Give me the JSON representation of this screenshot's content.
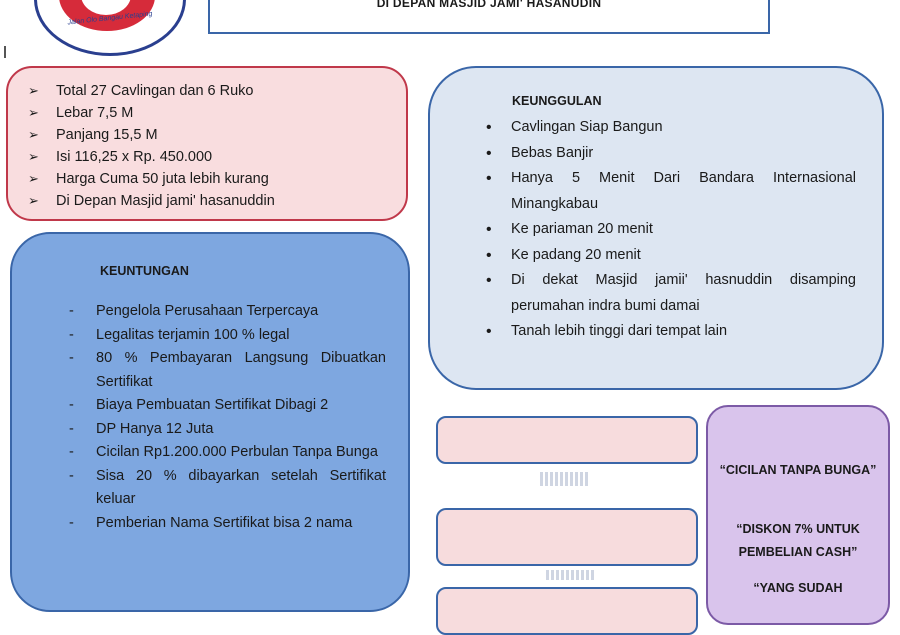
{
  "header": {
    "title": "DI DEPAN MASJID JAMI' HASANUDIN",
    "logo_text": "Jalan Olo Bangau Ketaping"
  },
  "summary": {
    "items": [
      "Total 27 Cavlingan dan 6 Ruko",
      "Lebar 7,5 M",
      "Panjang 15,5 M",
      "Isi 116,25 x Rp. 450.000",
      "Harga Cuma 50 juta lebih kurang",
      "Di Depan Masjid jami' hasanuddin"
    ]
  },
  "keuntungan": {
    "heading": "KEUNTUNGAN",
    "items": [
      "Pengelola Perusahaan Terpercaya",
      "Legalitas terjamin 100 % legal",
      "80 % Pembayaran Langsung Dibuatkan Sertifikat",
      "Biaya Pembuatan Sertifikat Dibagi 2",
      "DP Hanya 12 Juta",
      "Cicilan Rp1.200.000 Perbulan Tanpa Bunga",
      "Sisa 20 % dibayarkan setelah Sertifikat keluar",
      "Pemberian Nama Sertifikat bisa 2 nama"
    ]
  },
  "keunggulan": {
    "heading": "KEUNGGULAN",
    "items": [
      "Cavlingan Siap Bangun",
      "Bebas Banjir",
      "Hanya 5 Menit Dari Bandara Internasional Minangkabau",
      "Ke pariaman 20 menit",
      "Ke padang 20 menit",
      "Di dekat Masjid jamii' hasnuddin disamping perumahan indra bumi damai",
      "Tanah lebih tinggi dari tempat lain"
    ]
  },
  "promo": {
    "line1": "“CICILAN TANPA BUNGA”",
    "line2": "“DISKON 7% UNTUK PEMBELIAN CASH”",
    "line3": "“YANG SUDAH"
  },
  "colors": {
    "summary_bg": "#f9dddf",
    "summary_border": "#c0384a",
    "keuntungan_bg": "#7ea7e0",
    "keunggulan_bg": "#dde6f2",
    "promo_bg": "#d9c4ec",
    "accent_blue": "#3a66a8"
  }
}
